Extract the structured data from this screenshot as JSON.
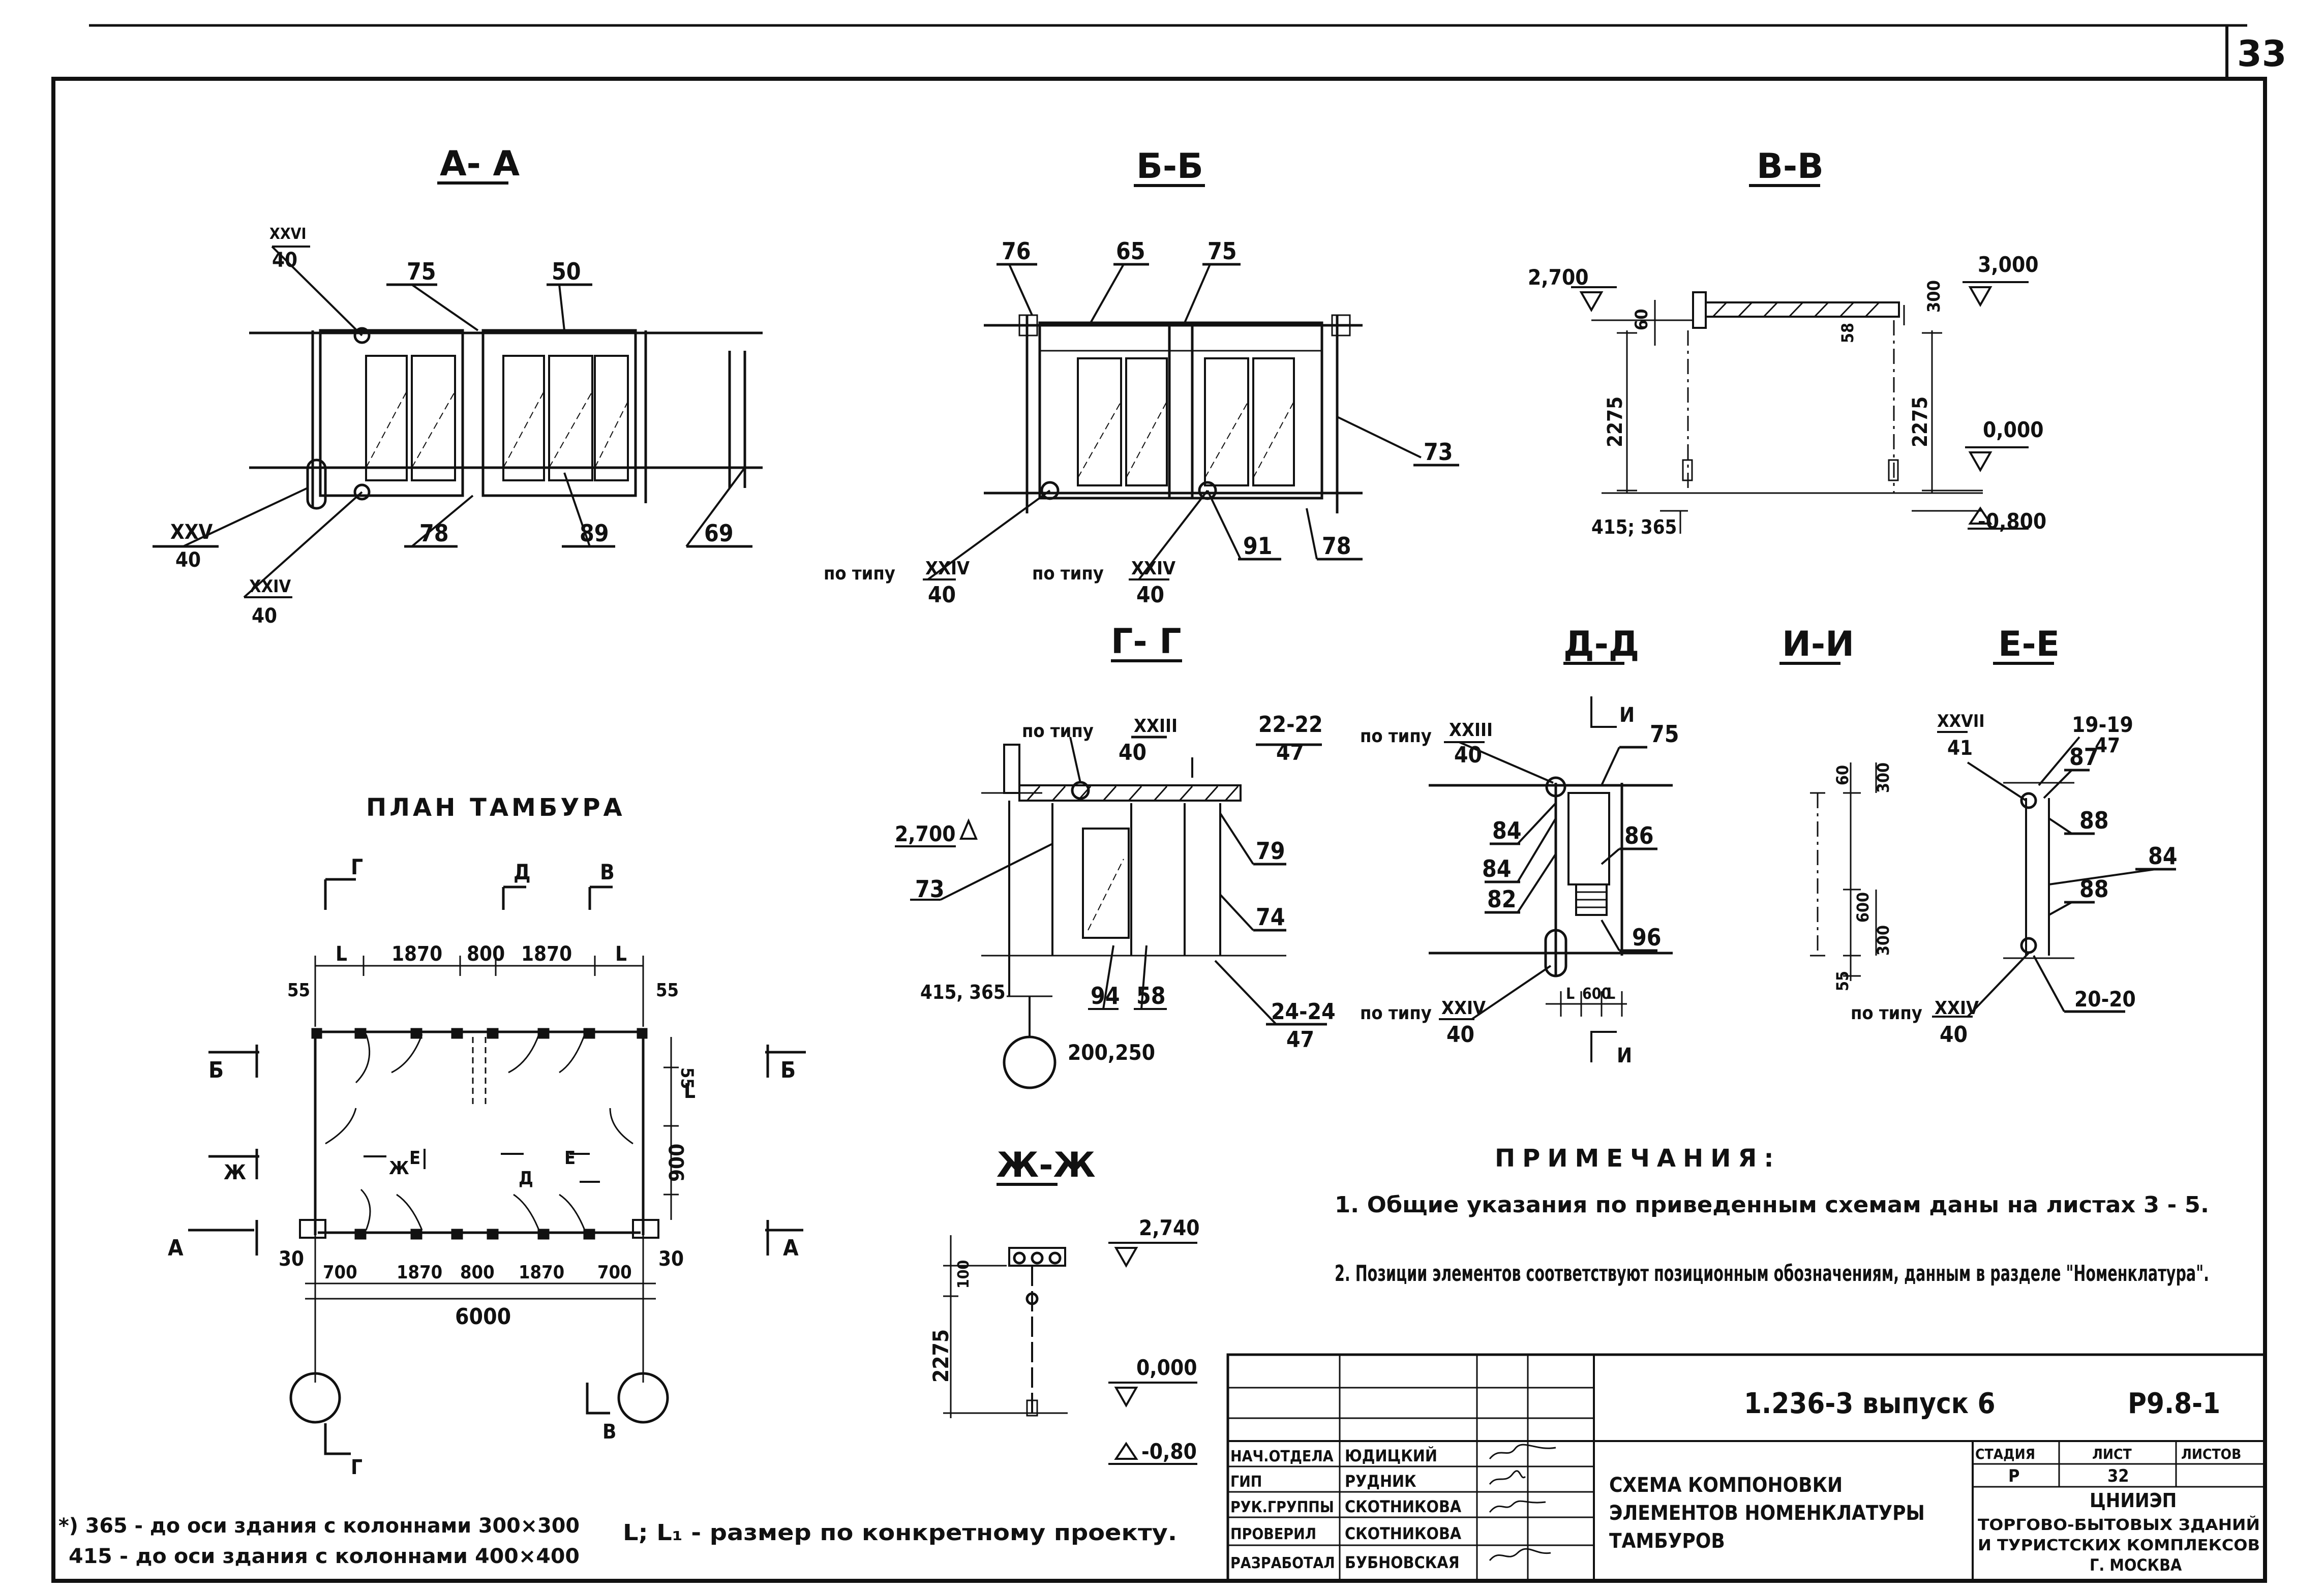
{
  "page_number": "33",
  "sections": {
    "aa": {
      "title": "А- А",
      "mark_top": "XXVI",
      "mark_top_sheet": "40",
      "pos_75": "75",
      "pos_50": "50",
      "mark_left": "XXV",
      "mark_left_sheet": "40",
      "mark_bottom": "XXIV",
      "mark_bottom_sheet": "40",
      "pos_78": "78",
      "pos_89": "89",
      "pos_69": "69"
    },
    "bb": {
      "title": "Б-Б",
      "pos_76": "76",
      "pos_65": "65",
      "pos_75": "75",
      "pos_73": "73",
      "pos_78": "78",
      "pos_91": "91",
      "by_type_1": "по типу",
      "mark_1": "XXIV",
      "sheet_1": "40",
      "by_type_2": "по типу",
      "mark_2": "XXIV",
      "sheet_2": "40"
    },
    "vv": {
      "title": "В-В",
      "level_left": "2,700",
      "level_right": "3,000",
      "level_zero": "0,000",
      "level_minus": "-0,800",
      "dim_60": "60",
      "dim_300": "300",
      "dim_2275_a": "2275",
      "dim_2275_b": "2275",
      "dim_58": "58",
      "dim_offset": "415; 365"
    },
    "gg": {
      "title": "Г- Г",
      "by_type": "по типу",
      "mark": "XXIII",
      "mark_sheet": "40",
      "node": "22-22",
      "node_sheet": "47",
      "level": "2,700",
      "pos_73": "73",
      "pos_79": "79",
      "pos_74": "74",
      "pos_94": "94",
      "pos_58": "58",
      "dim_offset": "415, 365",
      "col_size": "200,250",
      "node_2": "24-24",
      "node_2_sheet": "47"
    },
    "dd": {
      "title": "Д-Д",
      "cut": "И",
      "by_type_1": "по типу",
      "mark_1": "XXIII",
      "sheet_1": "40",
      "pos_75": "75",
      "pos_84a": "84",
      "pos_84b": "84",
      "pos_82": "82",
      "pos_86": "86",
      "pos_96": "96",
      "by_type_2": "по типу",
      "mark_2": "XXIV",
      "sheet_2": "40",
      "dim_l1": "L",
      "dim_600": "600",
      "dim_l2": "L"
    },
    "ii": {
      "title": "И-И",
      "dim_60": "60",
      "dim_300a": "300",
      "dim_600": "600",
      "dim_300b": "300",
      "dim_55": "55"
    },
    "ee": {
      "title": "Е-Е",
      "mark": "XXVII",
      "mark_sheet": "41",
      "node": "19-19",
      "node_sheet": "47",
      "pos_87": "87",
      "pos_88a": "88",
      "pos_84": "84",
      "pos_88b": "88",
      "node_2": "20-20",
      "by_type": "по типу",
      "mark_2": "XXIV",
      "sheet_2": "40"
    },
    "zhzh": {
      "title": "Ж-Ж",
      "level_top": "2,740",
      "level_zero": "0,000",
      "level_minus": "-0,80",
      "dim_100": "100",
      "dim_2275": "2275"
    }
  },
  "plan": {
    "title": "ПЛАН ТАМБУРА",
    "dims_top": [
      "L",
      "1870",
      "800",
      "1870",
      "L"
    ],
    "dims_side_55a": "55",
    "dims_side_55b": "55",
    "dim_55_right": "55",
    "dim_l_right": "L",
    "dim_900": "900",
    "dims_bottom": [
      "30",
      "700",
      "1870",
      "800",
      "1870",
      "700",
      "30"
    ],
    "dim_total": "6000",
    "cuts": [
      "Г",
      "Д",
      "В",
      "Б",
      "Б",
      "Ж",
      "Ж",
      "Е",
      "Е",
      "Д",
      "А",
      "А",
      "В",
      "Г"
    ]
  },
  "notes": {
    "heading": "ПРИМЕЧАНИЯ:",
    "items": [
      "1. Общие указания по приведенным схемам даны на листах 3 - 5.",
      "2. Позиции элементов соответствуют позиционным обозначениям, данным в разделе \"Номенклатура\"."
    ]
  },
  "footnote": {
    "line1": "*) 365 - до оси здания с колоннами 300×300",
    "line2": "415 - до оси здания с колоннами 400×400",
    "lnote": "L; L₁ - размер по конкретному проекту."
  },
  "title_block": {
    "code": "1.236-3 выпуск 6",
    "sheet_id": "Р9.8-1",
    "roles": [
      "НАЧ.ОТДЕЛА",
      "ГИП",
      "РУК.ГРУППЫ",
      "ПРОВЕРИЛ",
      "РАЗРАБОТАЛ"
    ],
    "names": [
      "ЮДИЦКИЙ",
      "РУДНИК",
      "СКОТНИКОВА",
      "СКОТНИКОВА",
      "БУБНОВСКАЯ"
    ],
    "title": [
      "СХЕМА КОМПОНОВКИ",
      "ЭЛЕМЕНТОВ НОМЕНКЛАТУРЫ",
      "ТАМБУРОВ"
    ],
    "stage_label": "СТАДИЯ",
    "sheet_label": "ЛИСТ",
    "sheets_label": "ЛИСТОВ",
    "stage": "Р",
    "sheet": "32",
    "org": [
      "ЦНИИЭП",
      "ТОРГОВО-БЫТОВЫХ ЗДАНИЙ",
      "И ТУРИСТСКИХ КОМПЛЕКСОВ",
      "Г. МОСКВА"
    ]
  }
}
